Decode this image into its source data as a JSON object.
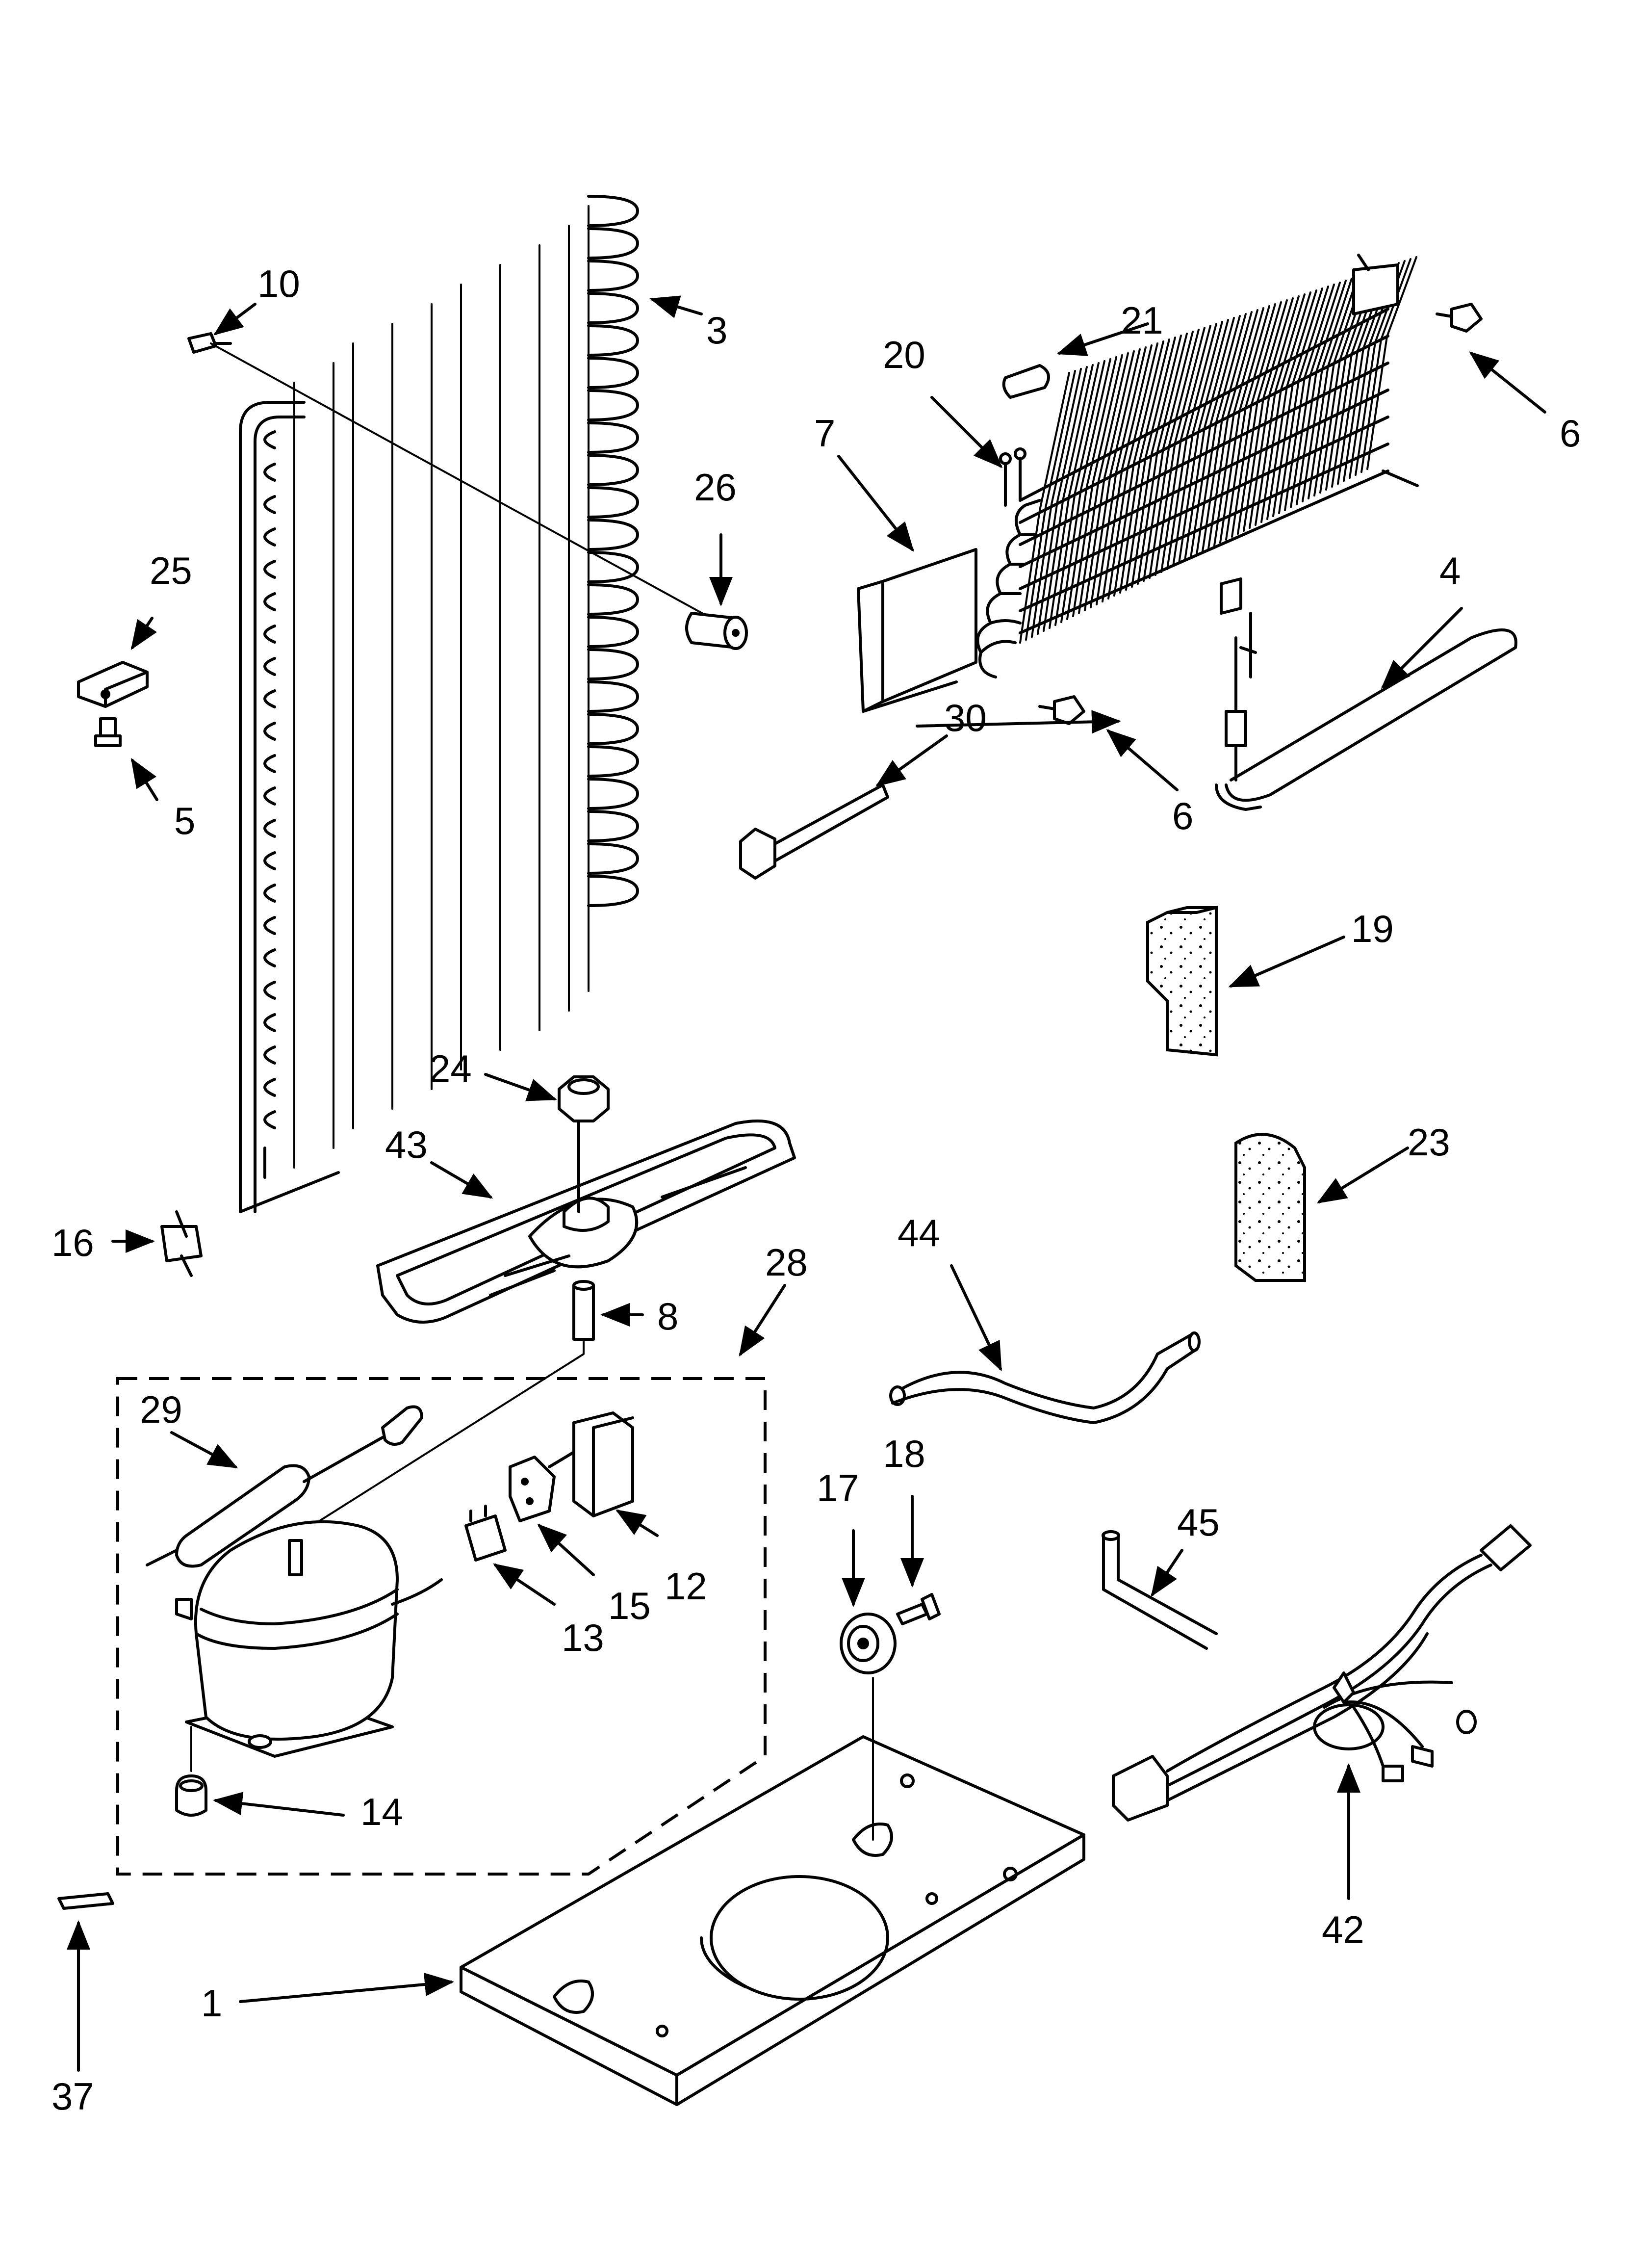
{
  "diagram": {
    "labels": [
      "1",
      "3",
      "4",
      "5",
      "6",
      "6",
      "7",
      "8",
      "10",
      "12",
      "13",
      "14",
      "15",
      "16",
      "17",
      "18",
      "19",
      "20",
      "21",
      "23",
      "24",
      "25",
      "26",
      "28",
      "29",
      "30",
      "37",
      "42",
      "43",
      "44",
      "45"
    ]
  },
  "colors": {
    "line": "#000000",
    "background": "#ffffff",
    "foam": "#e6e6e6"
  }
}
